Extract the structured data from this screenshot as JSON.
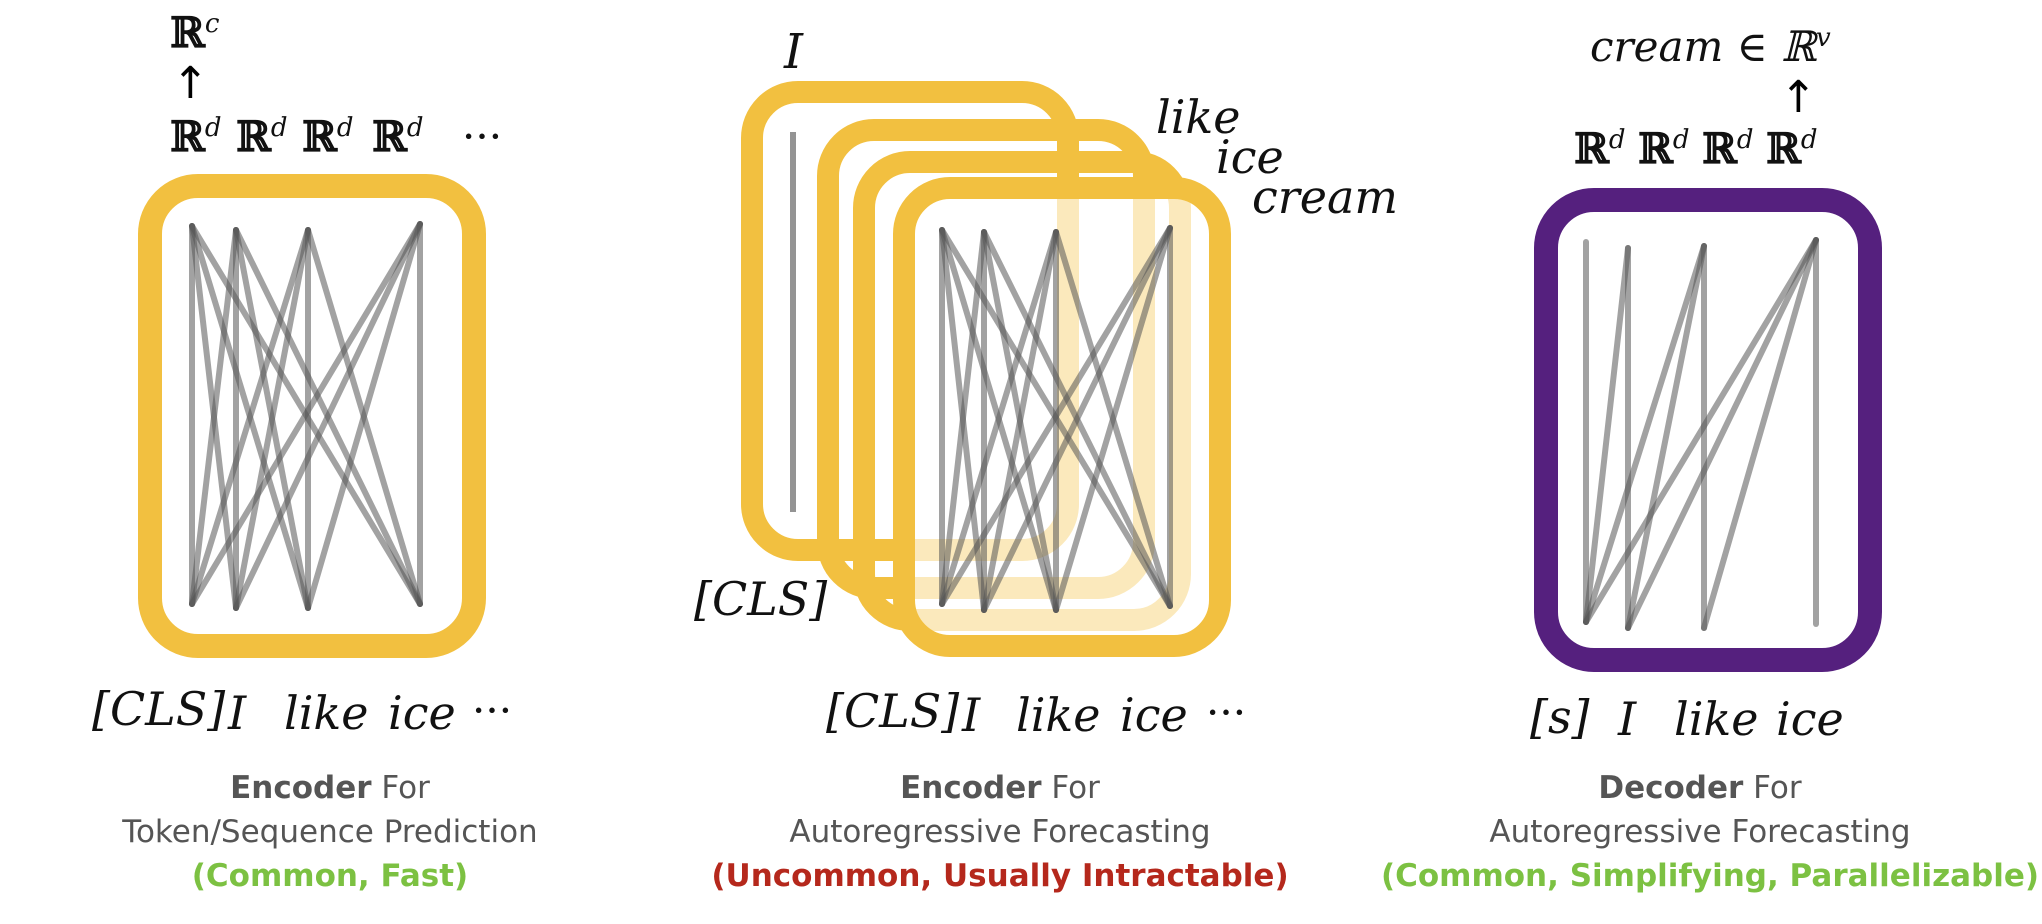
{
  "panel1": {
    "top_output": "ℝ",
    "top_output_sup": "c",
    "arrow": "↑",
    "hidden": [
      {
        "base": "ℝ",
        "sup": "d"
      },
      {
        "base": "ℝ",
        "sup": "d"
      },
      {
        "base": "ℝ",
        "sup": "d"
      },
      {
        "base": "ℝ",
        "sup": "d"
      }
    ],
    "ellipsis_top": "···",
    "tokens": [
      "[CLS]",
      "I",
      "like",
      "ice",
      "···"
    ],
    "caption_bold": "Encoder",
    "caption_rest": " For",
    "caption_line2": "Token/Sequence Prediction",
    "caption_line3": "(Common, Fast)",
    "caption_color": "#7cc142"
  },
  "panel2": {
    "stack_words": [
      "I",
      "like",
      "ice",
      "cream"
    ],
    "cls_left": "[CLS]",
    "tokens": [
      "[CLS]",
      "I",
      "like",
      "ice",
      "···"
    ],
    "caption_bold": "Encoder",
    "caption_rest": " For",
    "caption_line2": "Autoregressive Forecasting",
    "caption_line3": "(Uncommon, Usually Intractable)",
    "caption_color": "#b5281c"
  },
  "panel3": {
    "top_output": "cream ∈ ℝ",
    "top_output_sup": "v",
    "arrow": "↑",
    "hidden": [
      {
        "base": "ℝ",
        "sup": "d"
      },
      {
        "base": "ℝ",
        "sup": "d"
      },
      {
        "base": "ℝ",
        "sup": "d"
      },
      {
        "base": "ℝ",
        "sup": "d"
      }
    ],
    "tokens": [
      "[s]",
      "I",
      "like",
      "ice"
    ],
    "caption_bold": "Decoder",
    "caption_rest": " For",
    "caption_line2": "Autoregressive Forecasting",
    "caption_line3": "(Common, Simplifying, Parallelizable)",
    "caption_color": "#7cc142"
  },
  "colors": {
    "encoder_box": "#f2c040",
    "decoder_box": "#55207e",
    "edge": "#555555"
  }
}
